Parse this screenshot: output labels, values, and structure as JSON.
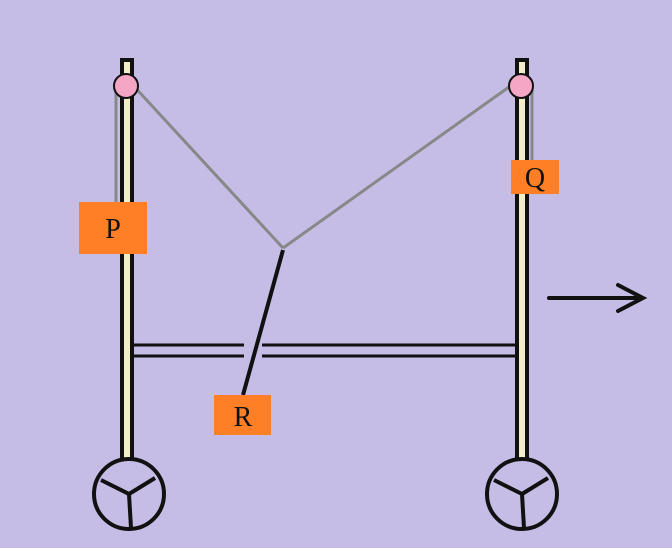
{
  "labels": {
    "p": "P",
    "q": "Q",
    "r": "R"
  },
  "colors": {
    "background": "#c5bde6",
    "mass_fill": "#ff7f27",
    "pulley_fill": "#f4a6c4",
    "frame": "#111111",
    "frame_inner": "#f2efc8",
    "string": "#888888"
  },
  "icons": {
    "left_pulley": "pulley-icon",
    "right_pulley": "pulley-icon",
    "left_wheel": "wheel-icon",
    "right_wheel": "wheel-icon",
    "motion_arrow": "arrow-right-icon"
  }
}
